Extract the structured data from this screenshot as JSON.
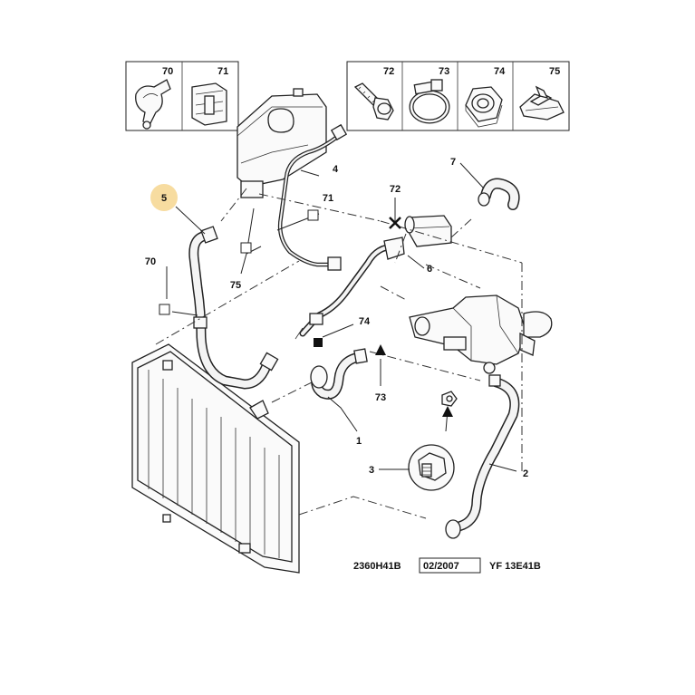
{
  "legend_boxes": [
    {
      "label": "70",
      "icon": "hose-clip-icon"
    },
    {
      "label": "71",
      "icon": "cable-clip-icon"
    },
    {
      "label": "72",
      "icon": "bolt-icon"
    },
    {
      "label": "73",
      "icon": "hose-clamp-icon"
    },
    {
      "label": "74",
      "icon": "nut-icon"
    },
    {
      "label": "75",
      "icon": "retainer-clip-icon"
    }
  ],
  "callouts": {
    "c1": "1",
    "c2": "2",
    "c3": "3",
    "c4": "4",
    "c5": "5",
    "c6": "6",
    "c7": "7",
    "c70": "70",
    "c71": "71",
    "c72": "72",
    "c73": "73",
    "c74": "74",
    "c75": "75"
  },
  "highlight_color": "#f7dca0",
  "footer": {
    "code": "2360H41B",
    "date": "02/2007",
    "ref": "YF 13E41B"
  }
}
